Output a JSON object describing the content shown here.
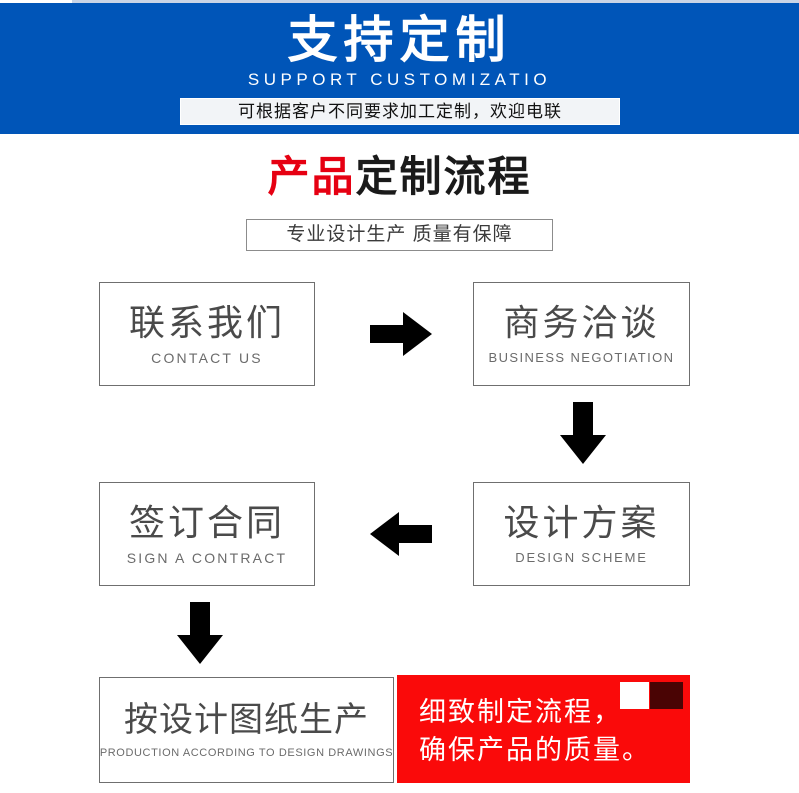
{
  "header": {
    "title_cn": "支持定制",
    "title_en": "SUPPORT CUSTOMIZATIO",
    "tagline": "可根据客户不同要求加工定制，欢迎电联",
    "background_color": "#0055b8",
    "text_color": "#ffffff",
    "tagline_bar_color": "#f2f4f7"
  },
  "section": {
    "title_highlight": "产品",
    "title_rest": "定制流程",
    "title_highlight_color": "#e60012",
    "subtitle": "专业设计生产 质量有保障"
  },
  "flow": {
    "steps": [
      {
        "cn": "联系我们",
        "en": "CONTACT US"
      },
      {
        "cn": "商务洽谈",
        "en": "BUSINESS  NEGOTIATION"
      },
      {
        "cn": "设计方案",
        "en": "DESIGN  SCHEME"
      },
      {
        "cn": "签订合同",
        "en": "SIGN A CONTRACT"
      },
      {
        "cn": "按设计图纸生产",
        "en": "PRODUCTION ACCORDING TO DESIGN DRAWINGS"
      }
    ],
    "arrows": [
      {
        "name": "arrow-right-icon",
        "direction": "right"
      },
      {
        "name": "arrow-down-icon",
        "direction": "down"
      },
      {
        "name": "arrow-left-icon",
        "direction": "left"
      },
      {
        "name": "arrow-down-icon",
        "direction": "down"
      }
    ]
  },
  "promo": {
    "line1": "细致制定流程，",
    "line2": "确保产品的质量。",
    "background_color": "#fa0a0a",
    "text_color": "#ffffff",
    "square_white_color": "#ffffff",
    "square_dark_color": "#4a0404"
  }
}
